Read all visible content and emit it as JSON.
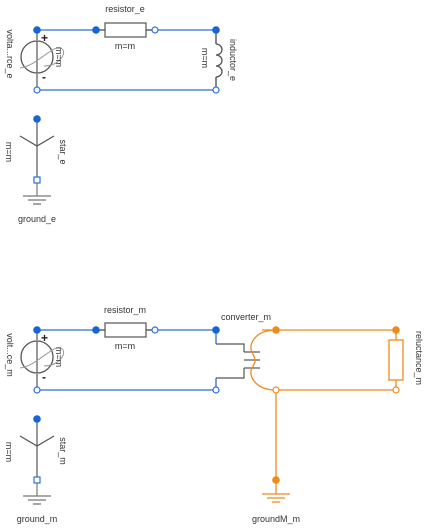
{
  "colors": {
    "electric": "#2b6fd6",
    "magnetic": "#f08a1c",
    "component": "#555555",
    "ground": "#777777",
    "annotation": "#999999"
  },
  "upper": {
    "resistor": {
      "name": "resistor_e",
      "param": "m=m"
    },
    "inductor": {
      "name": "inductor_e",
      "param": "m=m"
    },
    "source": {
      "name": "volta...rce_e",
      "param": "m=m",
      "plus": "+",
      "minus": "-"
    },
    "star": {
      "name": "star_e",
      "param": "m=m"
    },
    "ground": {
      "name": "ground_e"
    }
  },
  "lower": {
    "resistor": {
      "name": "resistor_m",
      "param": "m=m"
    },
    "converter": {
      "name": "converter_m"
    },
    "reluctance": {
      "name": "reluctance_m"
    },
    "source": {
      "name": "volt...ce_m",
      "param": "m=m",
      "plus": "+",
      "minus": "-"
    },
    "star": {
      "name": "star_m",
      "param": "m=m"
    },
    "ground": {
      "name": "ground_m"
    },
    "groundM": {
      "name": "groundM_m"
    }
  }
}
